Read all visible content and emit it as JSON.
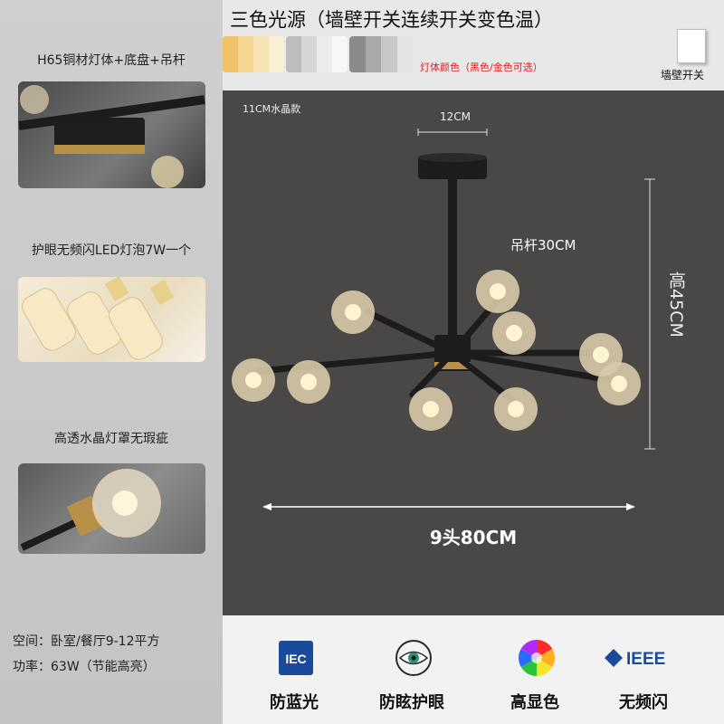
{
  "left": {
    "caption1": "H65铜材灯体+底盘+吊杆",
    "caption2": "护眼无频闪LED灯泡7W一个",
    "caption3": "高透水晶灯罩无瑕疵",
    "space": "空间：卧室/餐厅9-12平方",
    "power": "功率：63W（节能高亮）"
  },
  "header": {
    "title": "三色光源（墙壁开关连续开关变色温）",
    "body_color_note": "灯体颜色（黑色/金色可选）",
    "switch_label": "墙壁开关"
  },
  "main": {
    "crystal_note": "11CM水晶款",
    "canopy_width": "12CM",
    "rod_length": "吊杆30CM",
    "height": "高45CM",
    "width": "9头80CM"
  },
  "features": [
    {
      "label": "防蓝光",
      "icon": "iec-icon",
      "icon_text": "IEC"
    },
    {
      "label": "防眩护眼",
      "icon": "eye-icon"
    },
    {
      "label": "高显色",
      "icon": "color-wheel-icon"
    },
    {
      "label": "无频闪",
      "icon": "ieee-icon",
      "icon_text": "IEEE"
    }
  ],
  "colors": {
    "main_bg": "#4a4747",
    "fixture_black": "#1c1c1c",
    "brass": "#b89148",
    "accent_red": "#e02020",
    "iec_blue": "#1a4a9a"
  }
}
